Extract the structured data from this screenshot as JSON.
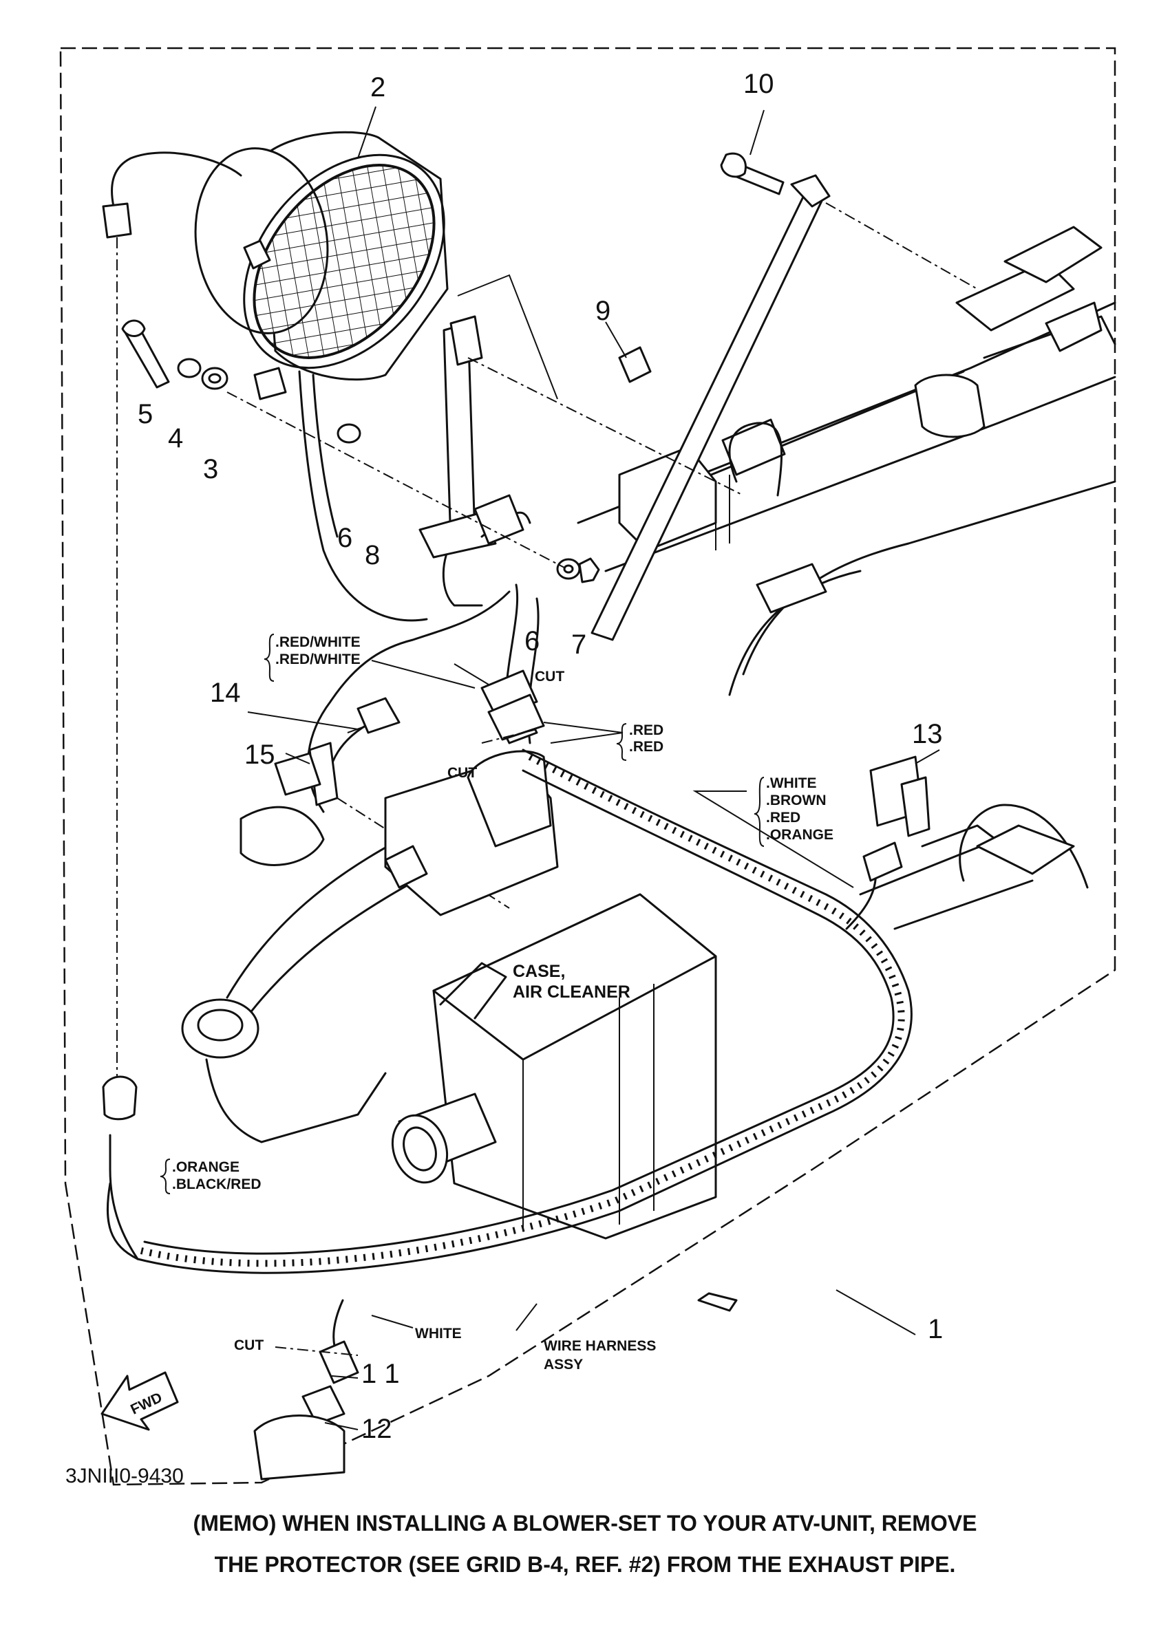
{
  "callouts": {
    "n1": "1",
    "n2": "2",
    "n3": "3",
    "n4": "4",
    "n5": "5",
    "n6a": "6",
    "n6b": "6",
    "n7": "7",
    "n8": "8",
    "n9": "9",
    "n10": "10",
    "n11": "1 1",
    "n12": "12",
    "n13": "13",
    "n14": "14",
    "n15": "15"
  },
  "wire_labels": {
    "red_white_1": ".RED/WHITE",
    "red_white_2": ".RED/WHITE",
    "red_1": ".RED",
    "red_2": ".RED",
    "white": ".WHITE",
    "brown": ".BROWN",
    "red_3": ".RED",
    "orange": ".ORANGE",
    "orange_2": ".ORANGE",
    "black_red": ".BLACK/RED",
    "white_plain": "WHITE"
  },
  "cut_labels": {
    "cut_top": "CUT",
    "cut_mid": "CUT",
    "cut_bottom": "CUT"
  },
  "component_labels": {
    "case_line1": "CASE,",
    "case_line2": "AIR CLEANER",
    "harness_line1": "WIRE HARNESS",
    "harness_line2": "ASSY",
    "fwd_arrow": "FWD"
  },
  "drawing_code": "3JNIII0-9430",
  "memo": {
    "line1": "(MEMO) WHEN INSTALLING A BLOWER-SET TO YOUR ATV-UNIT, REMOVE",
    "line2": "THE PROTECTOR (SEE GRID B-4, REF. #2) FROM THE EXHAUST PIPE."
  }
}
